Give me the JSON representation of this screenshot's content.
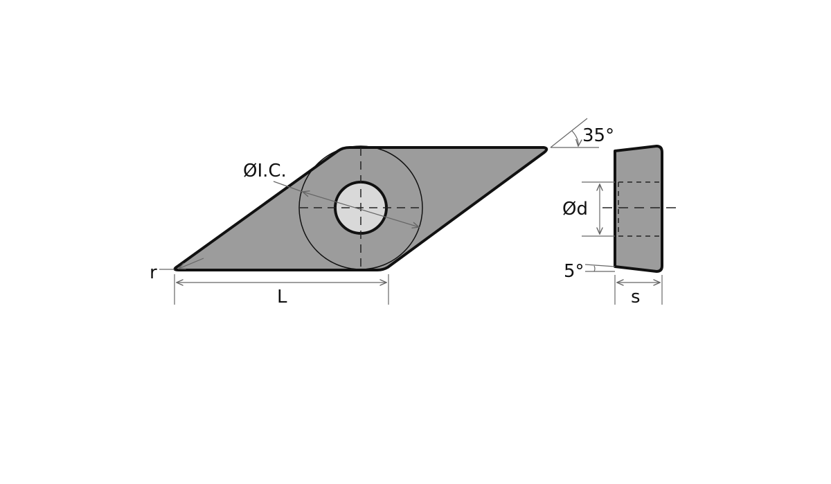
{
  "labels": {
    "inscribed_circle": "ØI.C.",
    "corner_radius": "r",
    "length": "L",
    "angle_top": "35°",
    "hole_diameter": "Ød",
    "clearance_angle": "5°",
    "thickness": "s"
  },
  "colors": {
    "insert_fill": "#9c9c9c",
    "hole_fill": "#d9d9d9",
    "outline": "#111111",
    "dimension": "#666666"
  }
}
